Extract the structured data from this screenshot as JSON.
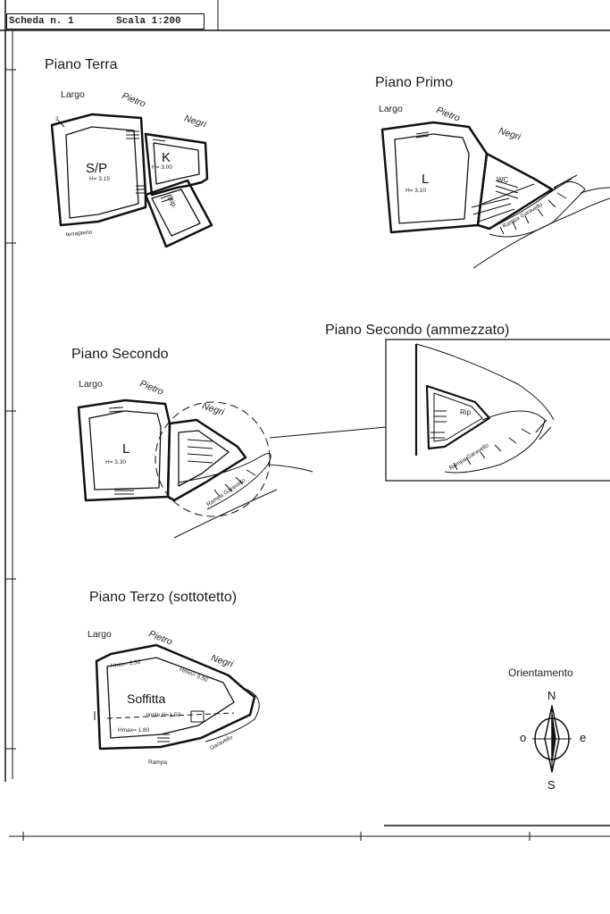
{
  "header": {
    "scheda": "Scheda n. 1",
    "scala": "Scala 1:200"
  },
  "street": {
    "largo": "Largo",
    "pietro": "Pietro",
    "negri": "Negri"
  },
  "floors": {
    "terra": {
      "title": "Piano Terra",
      "room1": {
        "code": "S/P",
        "height": "H= 3.15"
      },
      "room2": {
        "code": "K",
        "height": "H= 3.00"
      },
      "rip": "Rip.",
      "terrapieno": "terrapieno",
      "mark": "2"
    },
    "primo": {
      "title": "Piano Primo",
      "room": {
        "code": "L",
        "height": "H= 3.10"
      },
      "wc": "WC",
      "rampa": "Rampa Garavello"
    },
    "secondo": {
      "title": "Piano Secondo",
      "room": {
        "code": "L",
        "height": "H= 3.30"
      },
      "rampa": "Rampa Garavello"
    },
    "ammezzato": {
      "title": "Piano Secondo (ammezzato)",
      "rip": "Rip.",
      "rampa": "Rampa Garavello"
    },
    "terzo": {
      "title": "Piano Terzo (sottotetto)",
      "room": "Soffitta",
      "hmin1": "Hmin= 0.50",
      "hmin2": "Hmin= 0.50",
      "limite": "limite H=1.50",
      "hmax": "Hmax= 1.80",
      "rampa": "Rampa",
      "garavello": "Garavello"
    }
  },
  "orientamento": {
    "title": "Orientamento",
    "n": "N",
    "s": "S",
    "o": "o",
    "e": "e"
  }
}
